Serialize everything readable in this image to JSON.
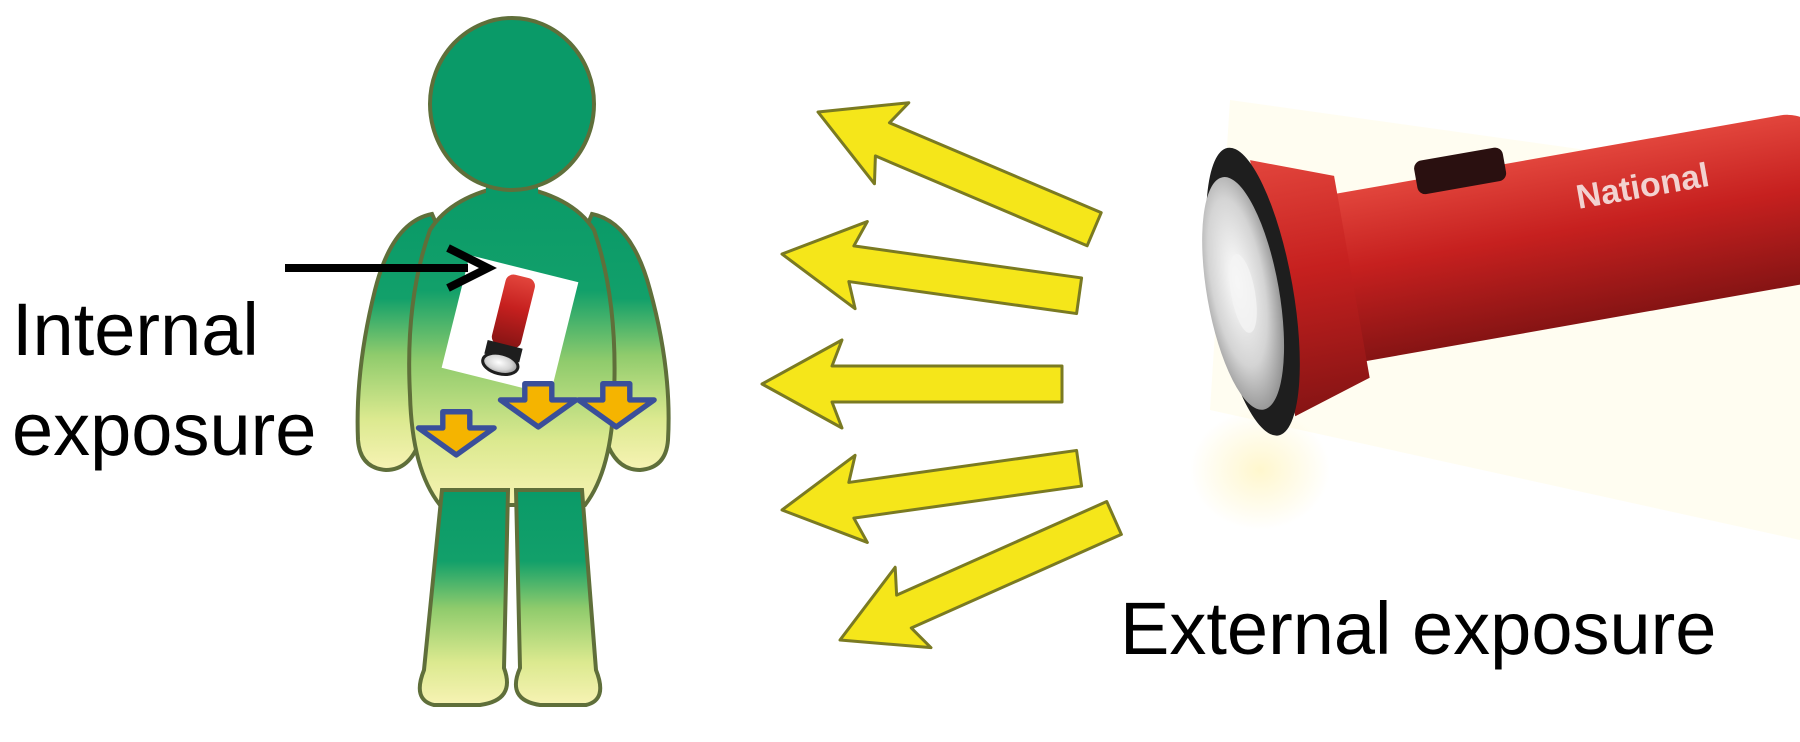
{
  "labels": {
    "internal_line1": "Internal",
    "internal_line2": "exposure",
    "external": "External exposure",
    "flashlight_brand": "National"
  },
  "colors": {
    "figure_top": "#0a9a68",
    "figure_bottom": "#f7f3b4",
    "figure_outline": "#5f6f3a",
    "ray_fill": "#f5e61a",
    "ray_outline": "#7a7a22",
    "emission_fill": "#f5b400",
    "emission_outline": "#3a4f9a",
    "flashlight_body": "#c6201f",
    "flashlight_ring": "#1e1e1e",
    "flashlight_lens": "#dcdcdc"
  },
  "icons": {
    "person": "person-silhouette-icon",
    "external_source": "flashlight-icon",
    "internal_source": "flashlight-icon",
    "radiation": "arrow-left-icon",
    "emission": "arrow-down-icon"
  }
}
